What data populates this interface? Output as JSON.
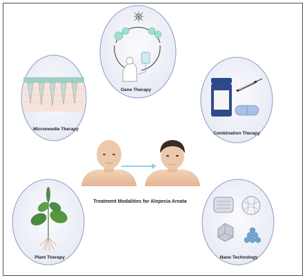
{
  "diagram": {
    "center_title": "Treatment Modalities for Alopecia Areata",
    "nodes": [
      {
        "id": "gene",
        "label": "Gene Therapy"
      },
      {
        "id": "microneedle",
        "label": "Microneedle Therapy"
      },
      {
        "id": "combination",
        "label": "Combination Therapy"
      },
      {
        "id": "plant",
        "label": "Plant Therapy"
      },
      {
        "id": "nano",
        "label": "Nano Technology"
      }
    ]
  },
  "colors": {
    "circle_fill": "#eef0f8",
    "circle_stroke": "#7d8fb3",
    "arrow": "#8fd3ea",
    "skin": "#e9c6a8",
    "bottle": "#2f4a8a"
  }
}
